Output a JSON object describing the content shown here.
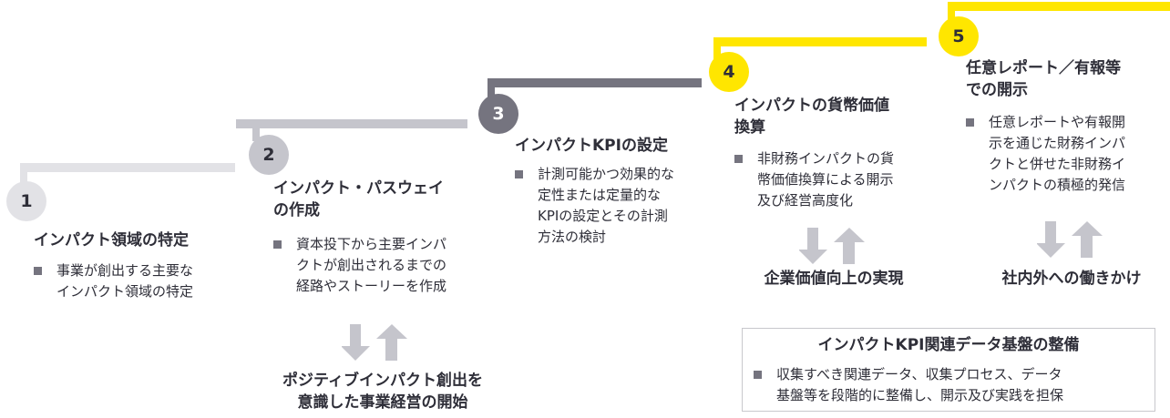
{
  "colors": {
    "step1": "#e2e2e6",
    "step2": "#c5c5cc",
    "step3": "#75747f",
    "step4": "#ffe600",
    "step5": "#ffe600",
    "text": "#2e2e38",
    "arrow": "#c5c5cc"
  },
  "steps": [
    {
      "number": "1",
      "title": "インパクト領域の特定",
      "bullet": [
        "事業が創出する主要な",
        "インパクト領域の特定"
      ]
    },
    {
      "number": "2",
      "title": [
        "インパクト・パスウェイ",
        "の作成"
      ],
      "bullet": [
        "資本投下から主要インパ",
        "クトが創出されるまでの",
        "経路やストーリーを作成"
      ]
    },
    {
      "number": "3",
      "title": "インパクトKPIの設定",
      "bullet": [
        "計測可能かつ効果的な",
        "定性または定量的な",
        "KPIの設定とその計測",
        "方法の検討"
      ]
    },
    {
      "number": "4",
      "title": [
        "インパクトの貨幣価値",
        "換算"
      ],
      "bullet": [
        "非財務インパクトの貨",
        "幣価値換算による開示",
        "及び経営高度化"
      ]
    },
    {
      "number": "5",
      "title": [
        "任意レポート／有報等",
        "での開示"
      ],
      "bullet": [
        "任意レポートや有報開",
        "示を通じた財務インパ",
        "クトと併せた非財務イ",
        "ンパクトの積極的発信"
      ]
    }
  ],
  "outcomes": {
    "positive": [
      "ポジティブインパクト創出を",
      "意識した事業経営の開始"
    ],
    "value": "企業価値向上の実現",
    "outreach": "社内外への働きかけ"
  },
  "data_platform": {
    "title": "インパクトKPI関連データ基盤の整備",
    "bullet": [
      "収集すべき関連データ、収集プロセス、データ",
      "基盤等を段階的に整備し、開示及び実践を担保"
    ]
  }
}
